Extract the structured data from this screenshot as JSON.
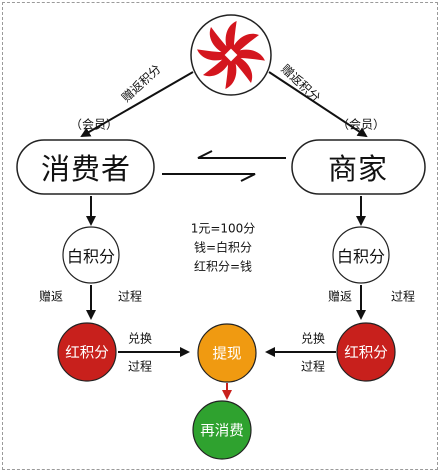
{
  "nodes": {
    "consumer": "消费者",
    "merchant": "商家",
    "white_points_left": "白积分",
    "white_points_right": "白积分",
    "red_points_left": "红积分",
    "red_points_right": "红积分",
    "withdraw": "提现",
    "reconsume": "再消费"
  },
  "labels": {
    "member_left": "（会员）",
    "member_right": "（会员）",
    "gift_points_left": "赠返积分",
    "gift_points_right": "赠返积分",
    "gift_left": "赠返",
    "process_left": "过程",
    "gift_right": "赠返",
    "process_right": "过程",
    "exchange_left": "兑换",
    "process2_left": "过程",
    "exchange_right": "兑换",
    "process2_right": "过程"
  },
  "notes": {
    "line1": "1元=100分",
    "line2": "钱=白积分",
    "line3": "红积分=钱"
  },
  "colors": {
    "red_node": "#c8201c",
    "orange_node": "#f09a11",
    "green_node": "#2fa22f",
    "logo_red": "#d4161e"
  },
  "icons": {
    "logo": "pinwheel-logo-icon"
  }
}
